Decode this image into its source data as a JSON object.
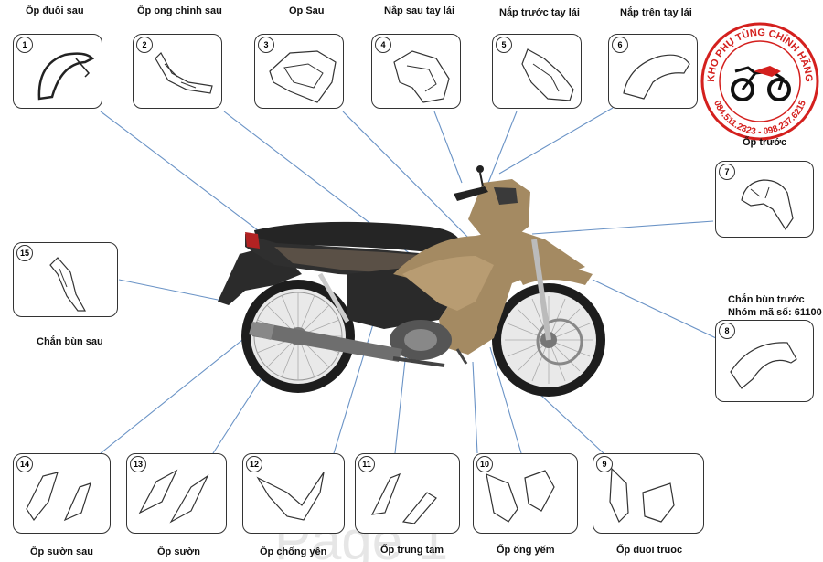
{
  "parts": [
    {
      "num": "1",
      "label": "Ốp đuôi sau"
    },
    {
      "num": "2",
      "label": "Ốp ong chinh sau"
    },
    {
      "num": "3",
      "label": "Op Sau"
    },
    {
      "num": "4",
      "label": "Nắp sau tay lái"
    },
    {
      "num": "5",
      "label": "Nắp trước tay lái"
    },
    {
      "num": "6",
      "label": "Nắp trên tay lái"
    },
    {
      "num": "7",
      "label": "Ốp trước"
    },
    {
      "num": "8",
      "label": "Chắn bùn trước"
    },
    {
      "num": "9",
      "label": "Ốp duoi truoc"
    },
    {
      "num": "10",
      "label": "Ốp ống yếm"
    },
    {
      "num": "11",
      "label": "Ốp trung tam"
    },
    {
      "num": "12",
      "label": "Ốp chống yên"
    },
    {
      "num": "13",
      "label": "Ốp sườn"
    },
    {
      "num": "14",
      "label": "Ốp sườn sau"
    },
    {
      "num": "15",
      "label": "Chắn bùn sau"
    }
  ],
  "part8_code": "Nhóm mã số: 61100",
  "logo": {
    "brand": "KHO PHỤ TÙNG CHÍNH HÃNG",
    "phones": "084.511.2323 - 098.237.6215"
  },
  "colors": {
    "bike_body": "#a48a62",
    "bike_dark": "#2b2b2b",
    "leader_line": "#6a93c6",
    "logo_red": "#d4201e"
  },
  "icons": [
    "motorcycle-icon"
  ]
}
